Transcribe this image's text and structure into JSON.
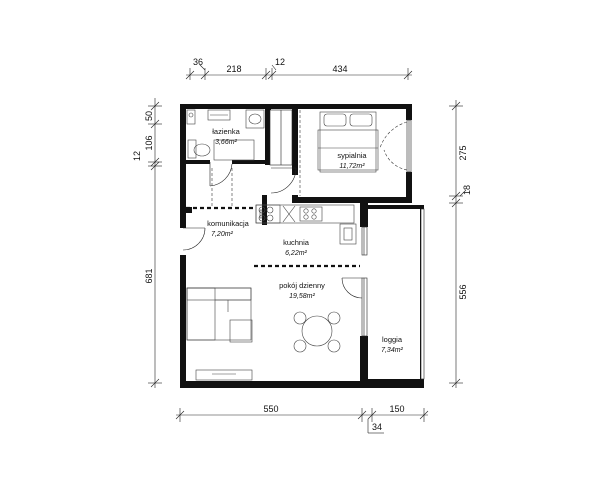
{
  "dimensions": {
    "top": [
      "36",
      "218",
      "12",
      "434"
    ],
    "left": [
      "50",
      "106",
      "12",
      "681"
    ],
    "right": [
      "275",
      "18",
      "556"
    ],
    "bottom": [
      "550",
      "150",
      "34"
    ]
  },
  "rooms": [
    {
      "name": "łazienka",
      "area": "3,66m²"
    },
    {
      "name": "sypialnia",
      "area": "11,72m²"
    },
    {
      "name": "komunikacja",
      "area": "7,20m²"
    },
    {
      "name": "kuchnia",
      "area": "6,22m²"
    },
    {
      "name": "pokój dzienny",
      "area": "19,58m²"
    },
    {
      "name": "loggia",
      "area": "7,34m²"
    }
  ],
  "colors": {
    "wall": "#111111",
    "line": "#222222",
    "background": "#ffffff"
  }
}
